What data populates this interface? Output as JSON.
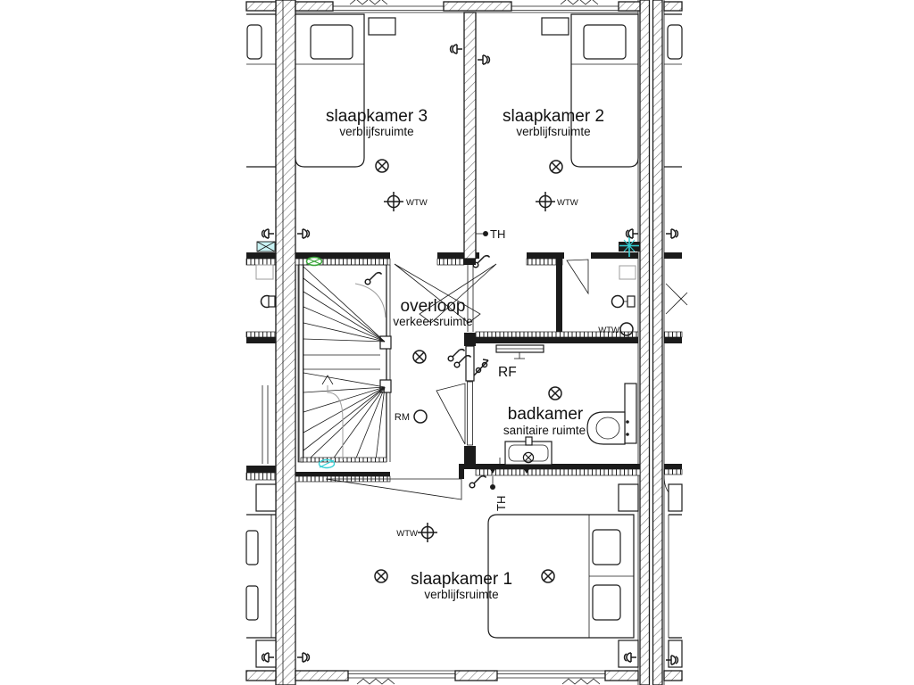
{
  "floorplan": {
    "rooms": {
      "slaapkamer3": {
        "name": "slaapkamer 3",
        "type": "verblijfsruimte"
      },
      "slaapkamer2": {
        "name": "slaapkamer 2",
        "type": "verblijfsruimte"
      },
      "overloop": {
        "name": "overloop",
        "type": "verkeersruimte"
      },
      "badkamer": {
        "name": "badkamer",
        "type": "sanitaire ruimte"
      },
      "slaapkamer1": {
        "name": "slaapkamer 1",
        "type": "verblijfsruimte"
      }
    },
    "symbols": {
      "wtw": "WTW",
      "rm": "RM",
      "th": "TH",
      "rf": "RF"
    },
    "colors": {
      "line": "#1b1b1b",
      "vent_green": "#3aa53a",
      "vent_cyan": "#35d0d6",
      "walkline_gray": "#9c9c9c"
    }
  }
}
